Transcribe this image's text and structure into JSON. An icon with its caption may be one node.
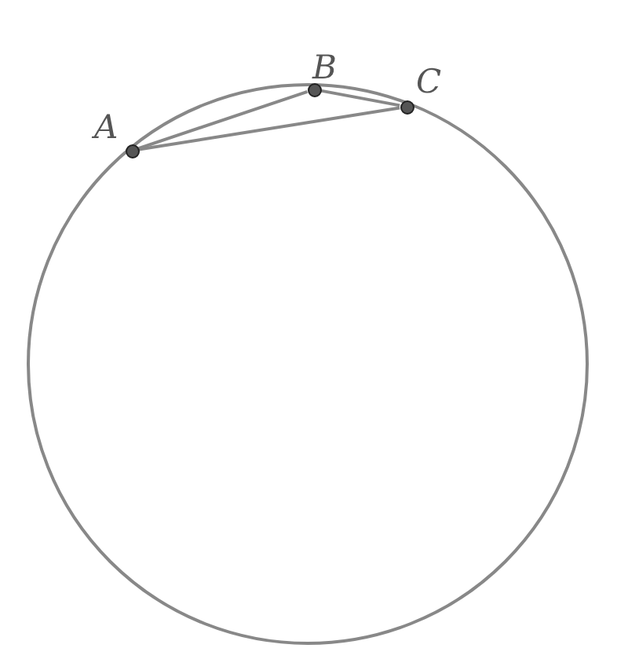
{
  "diagram": {
    "nodes": [
      {
        "text": [],
        "shape": "circle",
        "beside": [
          "A"
        ]
      },
      {
        "text": [],
        "shape": "circle",
        "beside": [
          "B"
        ]
      },
      {
        "text": [],
        "shape": "circle",
        "beside": [
          "C"
        ]
      }
    ],
    "edges": [
      {
        "from": 0,
        "to": 1,
        "arrow": "none"
      },
      {
        "from": 1,
        "to": 2,
        "arrow": "none"
      },
      {
        "from": 0,
        "to": 2,
        "arrow": "none"
      }
    ]
  }
}
